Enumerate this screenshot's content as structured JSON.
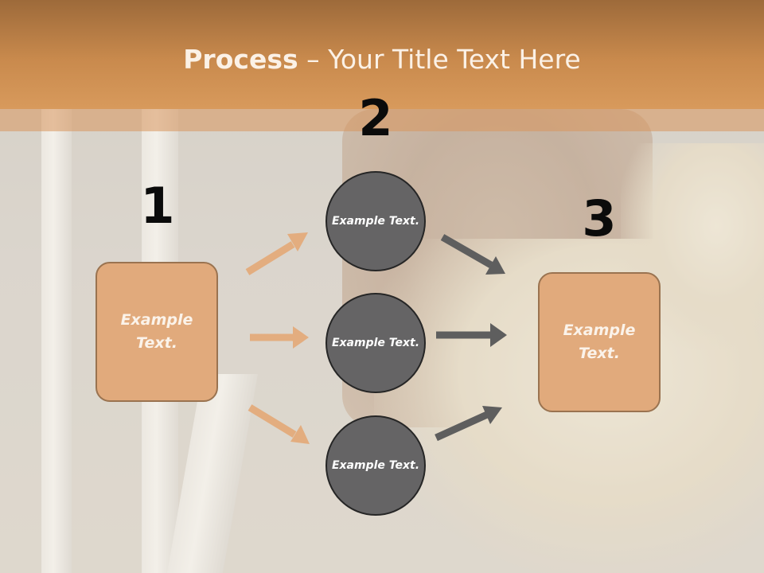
{
  "slide": {
    "title_strong": "Process",
    "title_rest": " – Your Title Text Here"
  },
  "steps": {
    "one": {
      "number": "1",
      "text": "Example Text."
    },
    "two": {
      "number": "2",
      "circles": [
        {
          "text": "Example Text."
        },
        {
          "text": "Example Text."
        },
        {
          "text": "Example Text."
        }
      ]
    },
    "three": {
      "number": "3",
      "text": "Example Text."
    }
  },
  "colors": {
    "header": "#c98a4d",
    "box_fill": "#e1aa7c",
    "circle_fill": "#656465",
    "arrow_in": "#e3ad7f",
    "arrow_out": "#5e5e5e"
  }
}
